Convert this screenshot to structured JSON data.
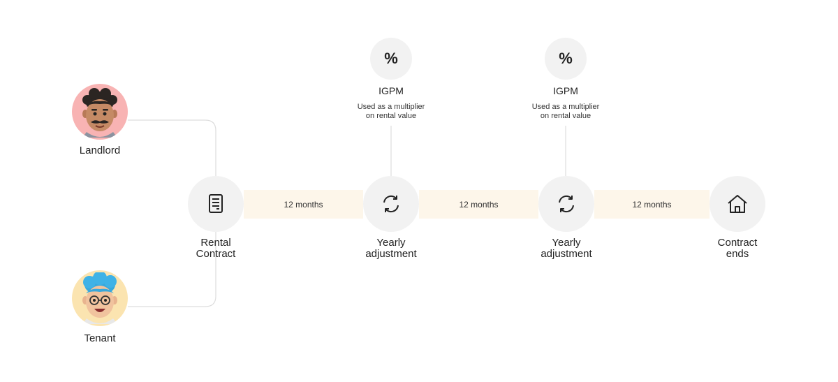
{
  "colors": {
    "band": "#fdf6ea",
    "node_fill": "#f2f2f2",
    "connector": "#dddddd",
    "landlord_bg": "#f8b3b3",
    "tenant_bg": "#fbe4b0"
  },
  "parties": {
    "landlord": {
      "label": "Landlord",
      "avatar_icon": "landlord-avatar"
    },
    "tenant": {
      "label": "Tenant",
      "avatar_icon": "tenant-avatar"
    }
  },
  "nodes": [
    {
      "icon": "document-icon",
      "line1": "Rental",
      "line2": "Contract"
    },
    {
      "icon": "refresh-icon",
      "line1": "Yearly",
      "line2": "adjustment"
    },
    {
      "icon": "refresh-icon",
      "line1": "Yearly",
      "line2": "adjustment"
    },
    {
      "icon": "home-icon",
      "line1": "Contract",
      "line2": "ends"
    }
  ],
  "durations": [
    "12 months",
    "12 months",
    "12 months"
  ],
  "indices": [
    {
      "icon": "percent-icon",
      "symbol": "%",
      "title": "IGPM",
      "desc1": "Used as a multiplier",
      "desc2": "on rental value"
    },
    {
      "icon": "percent-icon",
      "symbol": "%",
      "title": "IGPM",
      "desc1": "Used as a multiplier",
      "desc2": "on rental value"
    }
  ]
}
